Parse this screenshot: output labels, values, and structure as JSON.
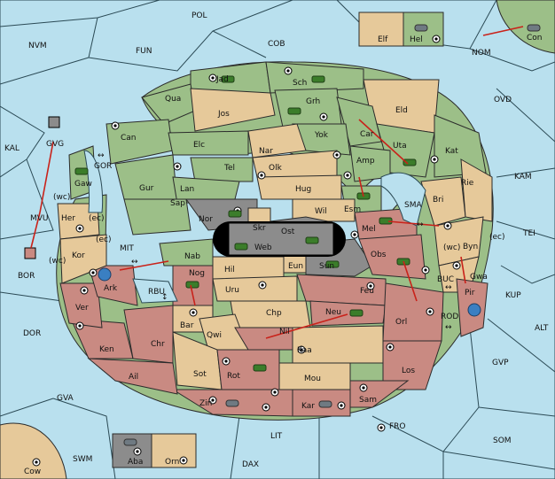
{
  "map": {
    "seas": [
      "POL",
      "NVM",
      "FUN",
      "COB",
      "NOM",
      "OVD",
      "KAL",
      "KAM",
      "TEI",
      "BOR",
      "DOR",
      "ALT",
      "KUP",
      "GVP",
      "GVA",
      "FRO",
      "SOM",
      "SWM",
      "DAX",
      "LIT",
      "GOR",
      "MIT",
      "RBU",
      "SMA",
      "BUC",
      "ROD",
      "MVU",
      "GVG"
    ],
    "green_provinces": [
      "Jad",
      "Sch",
      "Qua",
      "Jos",
      "Grh",
      "Eld",
      "Car",
      "Yok",
      "Can",
      "Uta",
      "Kat",
      "Elc",
      "Amp",
      "Gur",
      "Tel",
      "Lan",
      "Gaw",
      "Sap",
      "Esm",
      "Nab"
    ],
    "tan_provinces": [
      "Nar",
      "Olk",
      "Hug",
      "Wil",
      "Bri",
      "Rie",
      "Byn",
      "Gwa",
      "Hil",
      "Uru",
      "Chp",
      "Bar",
      "Qwi",
      "Sot",
      "Kaa",
      "Mou",
      "Her",
      "Kor",
      "Elf",
      "Orn",
      "Cow",
      "Eun"
    ],
    "rose_provinces": [
      "Mel",
      "Obs",
      "Feu",
      "Neu",
      "Nil",
      "Orl",
      "Los",
      "Sam",
      "Zin",
      "Kar",
      "Rot",
      "Ken",
      "Chr",
      "Ail",
      "Ver",
      "Ark",
      "Nog",
      "Pir",
      "Sun"
    ],
    "grey_provinces": [
      "Nor",
      "Skr",
      "Ost",
      "Web",
      "Aba"
    ],
    "coast_tags": [
      "(wc)",
      "(ec)",
      "(ec)",
      "(wc)",
      "(wc)",
      "(ec)"
    ],
    "legend_boxes": [
      "Elf",
      "Hel",
      "Aba",
      "Orn"
    ],
    "sea_connectors": [
      "↔",
      "↔",
      "↔",
      "↕",
      "↔",
      "↔"
    ]
  },
  "colors": {
    "sea": "#b9e0ee",
    "green": "#9cbf88",
    "tan": "#e6c99a",
    "rose": "#c98a82",
    "grey": "#8c8c8c",
    "order_arrow": "#c9221a"
  }
}
